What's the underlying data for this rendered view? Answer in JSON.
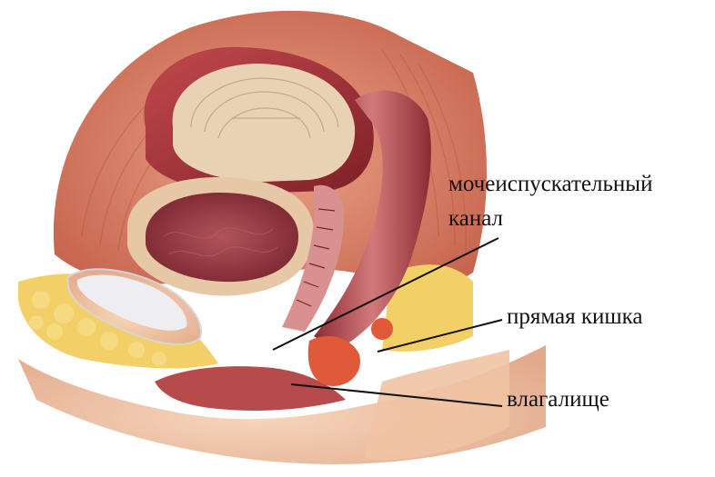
{
  "labels": {
    "urethra_line1": "мочеиспускательный",
    "urethra_line2": "канал",
    "rectum": "прямая кишка",
    "vagina": "влагалище"
  },
  "colors": {
    "background": "#ffffff",
    "skin": "#f2c9a9",
    "muscle": "#d9836a",
    "muscle_dark": "#b3574a",
    "bladder_fill": "#e8d2b3",
    "organ_red": "#a8323a",
    "fat_yellow": "#f3d067",
    "bone": "#e6e6ea",
    "leader_line": "#111111"
  }
}
